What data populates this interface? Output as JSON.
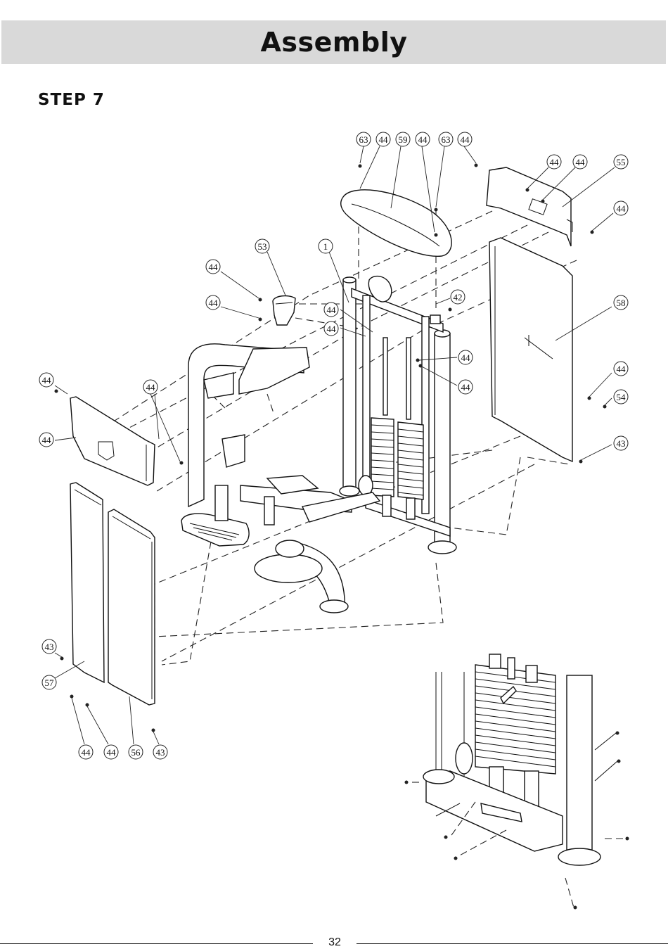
{
  "header": {
    "title": "Assembly"
  },
  "step": {
    "label": "STEP 7"
  },
  "callouts": [
    "63",
    "44",
    "59",
    "44",
    "63",
    "44",
    "44",
    "44",
    "55",
    "44",
    "53",
    "1",
    "44",
    "42",
    "44",
    "44",
    "58",
    "44",
    "44",
    "44",
    "44",
    "44",
    "44",
    "54",
    "44",
    "43",
    "43",
    "57",
    "44",
    "44",
    "56",
    "43"
  ],
  "footer": {
    "page_number": "32"
  }
}
